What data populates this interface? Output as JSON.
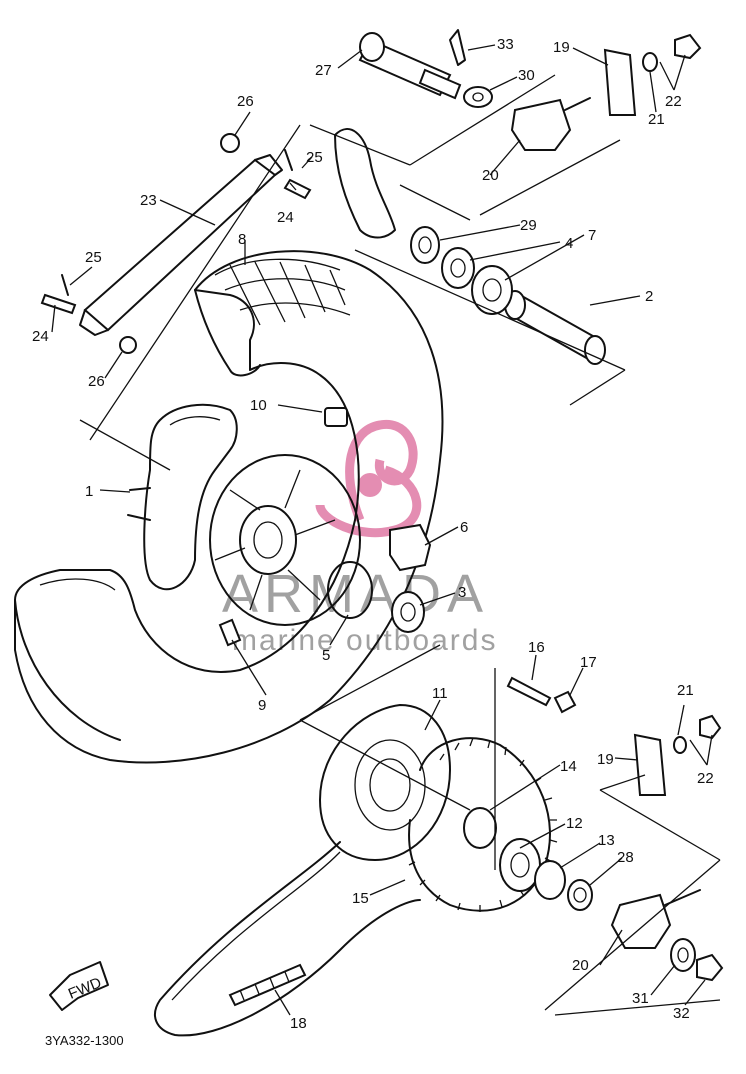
{
  "diagram": {
    "code": "3YA332-1300",
    "fwd_label": "FWD",
    "watermark": {
      "brand": "ARMADA",
      "tagline": "marine outboards",
      "color": "#e07aa5"
    },
    "callouts": [
      "1",
      "2",
      "3",
      "4",
      "5",
      "6",
      "7",
      "8",
      "9",
      "10",
      "11",
      "12",
      "13",
      "14",
      "15",
      "16",
      "17",
      "18",
      "19",
      "19",
      "20",
      "20",
      "21",
      "21",
      "22",
      "22",
      "23",
      "24",
      "24",
      "25",
      "25",
      "26",
      "26",
      "27",
      "28",
      "29",
      "30",
      "31",
      "32",
      "33"
    ]
  }
}
